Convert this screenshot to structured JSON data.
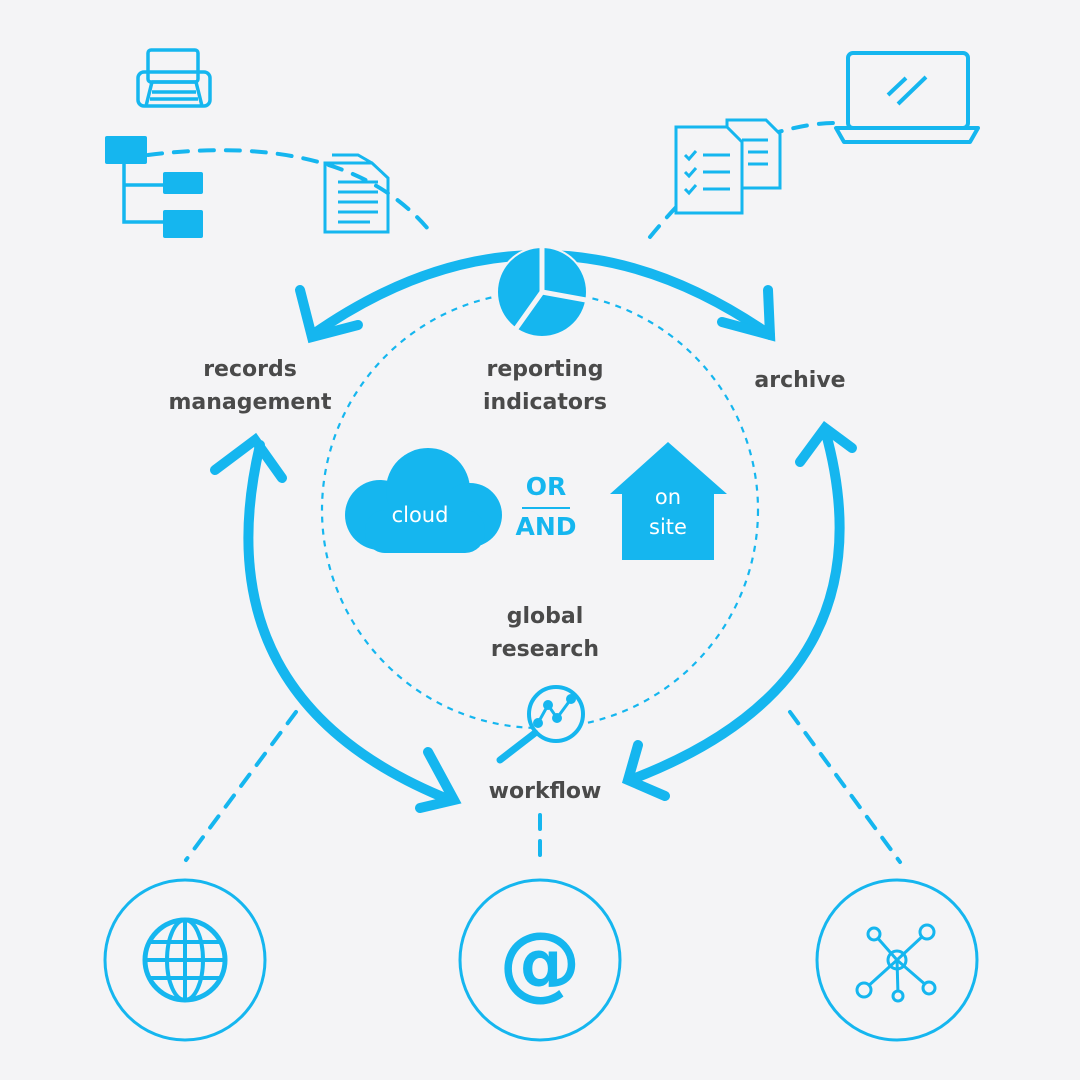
{
  "colors": {
    "accent": "#15b6ef",
    "label": "#4a4a4a",
    "background": "#f4f4f6"
  },
  "labels": {
    "records_line1": "records",
    "records_line2": "management",
    "reporting_line1": "reporting",
    "reporting_line2": "indicators",
    "archive": "archive",
    "global_line1": "global",
    "global_line2": "research",
    "workflow": "workflow"
  },
  "center": {
    "cloud": "cloud",
    "or": "OR",
    "and": "AND",
    "onsite_line1": "on",
    "onsite_line2": "site"
  },
  "icons": {
    "top_left": [
      "printer-icon",
      "folder-tree-icon",
      "document-icon"
    ],
    "top_right": [
      "checklist-documents-icon",
      "laptop-icon"
    ],
    "center_top": "pie-chart-icon",
    "center_bottom": "magnifier-analytics-icon",
    "bottom": [
      "globe-icon",
      "at-sign-icon",
      "network-icon"
    ]
  }
}
